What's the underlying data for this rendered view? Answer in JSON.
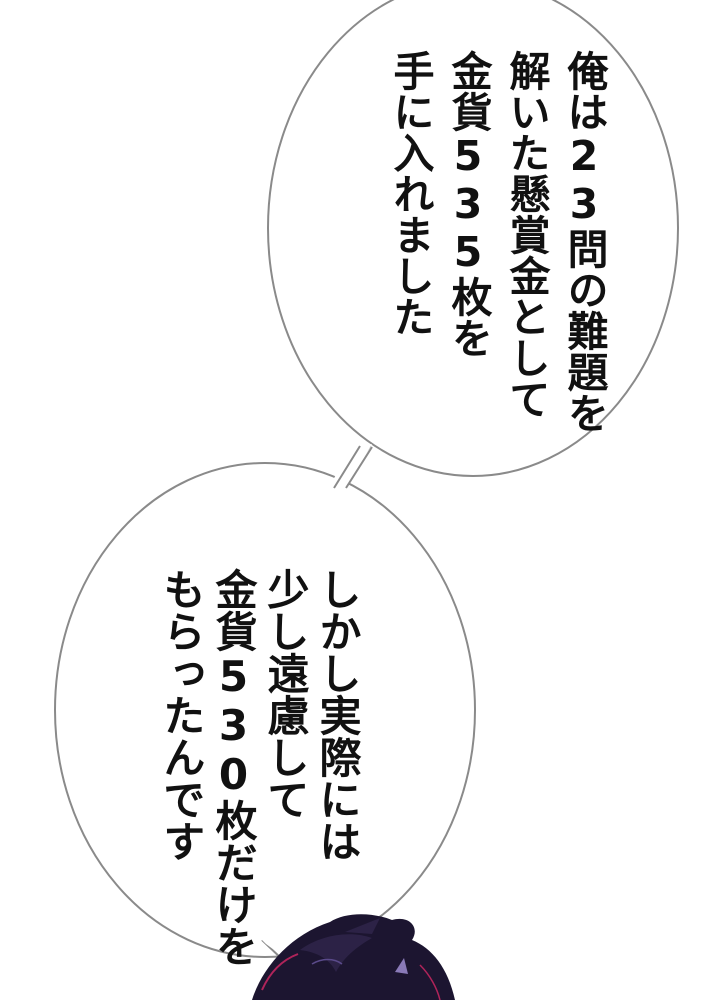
{
  "bubble1": {
    "lines": [
      "俺は23問の難題を",
      "解いた懸賞金として",
      "金貨535枚を",
      "手に入れました"
    ]
  },
  "bubble2": {
    "lines": [
      "しかし実際には",
      "少し遠慮して",
      "金貨530枚だけを",
      "もらったんです"
    ]
  },
  "colors": {
    "bubble_fill": "#ffffff",
    "bubble_outline": "#8a8a8a",
    "text": "#111111",
    "hair_dark": "#1c1530",
    "hair_accent": "#b0245a"
  },
  "character": {
    "icon": "hair-top-icon"
  }
}
